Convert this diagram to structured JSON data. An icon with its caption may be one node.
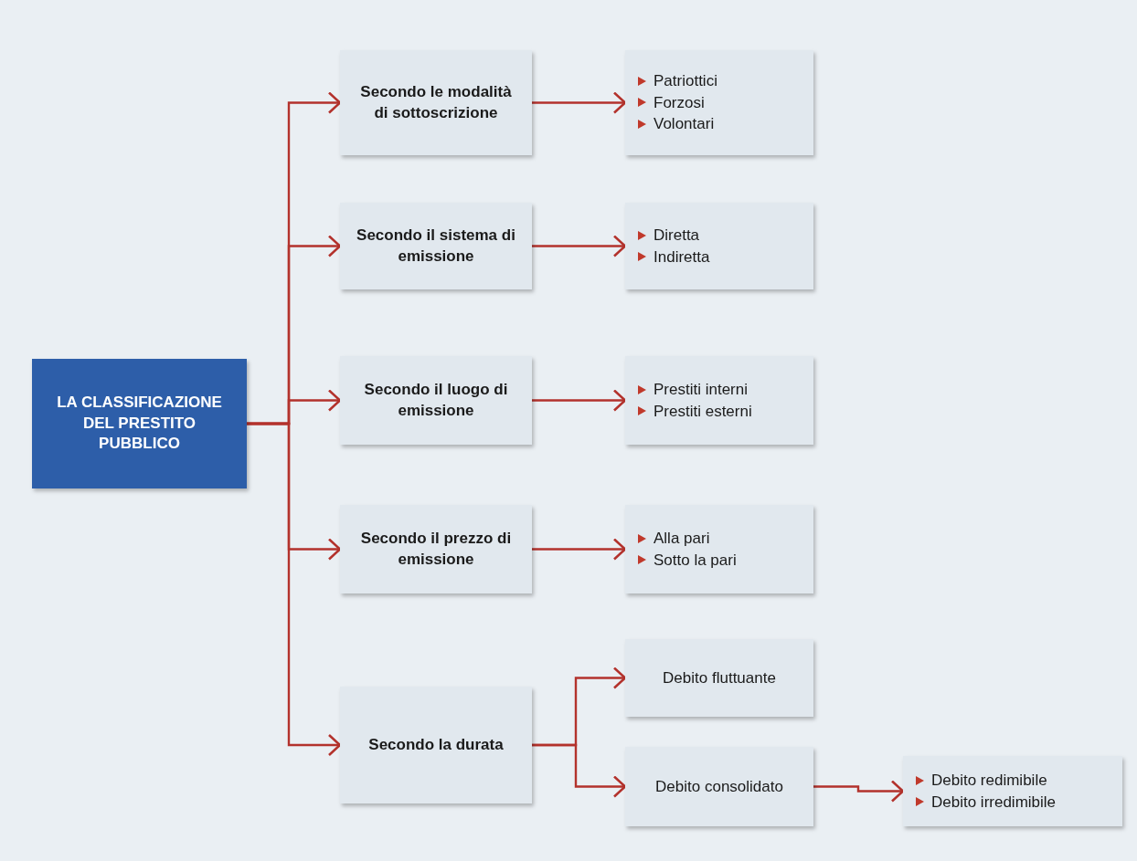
{
  "diagram": {
    "nodes": [
      {
        "text": [
          "LA CLASSIFICAZIONE DEL PRESTITO PUBBLICO"
        ]
      },
      {
        "text": [
          "Secondo le modalità di sottoscrizione"
        ]
      },
      {
        "text": [
          "Patriottici",
          "Forzosi",
          "Volontari"
        ]
      },
      {
        "text": [
          "Secondo il sistema di emissione"
        ]
      },
      {
        "text": [
          "Diretta",
          "Indiretta"
        ]
      },
      {
        "text": [
          "Secondo il luogo di emissione"
        ]
      },
      {
        "text": [
          "Prestiti interni",
          "Prestiti esterni"
        ]
      },
      {
        "text": [
          "Secondo il prezzo di emissione"
        ]
      },
      {
        "text": [
          "Alla pari",
          "Sotto la pari"
        ]
      },
      {
        "text": [
          "Secondo la durata"
        ]
      },
      {
        "text": [
          "Debito fluttuante"
        ]
      },
      {
        "text": [
          "Debito consolidato"
        ]
      },
      {
        "text": [
          "Debito redimibile",
          "Debito irredimibile"
        ]
      }
    ],
    "edges": [
      {
        "from": 0,
        "to": 1,
        "arrow": "to"
      },
      {
        "from": 0,
        "to": 3,
        "arrow": "to"
      },
      {
        "from": 0,
        "to": 5,
        "arrow": "to"
      },
      {
        "from": 0,
        "to": 7,
        "arrow": "to"
      },
      {
        "from": 0,
        "to": 9,
        "arrow": "to"
      },
      {
        "from": 1,
        "to": 2,
        "arrow": "to"
      },
      {
        "from": 3,
        "to": 4,
        "arrow": "to"
      },
      {
        "from": 5,
        "to": 6,
        "arrow": "to"
      },
      {
        "from": 7,
        "to": 8,
        "arrow": "to"
      },
      {
        "from": 9,
        "to": 10,
        "arrow": "to"
      },
      {
        "from": 9,
        "to": 11,
        "arrow": "to"
      },
      {
        "from": 11,
        "to": 12,
        "arrow": "to"
      }
    ]
  }
}
